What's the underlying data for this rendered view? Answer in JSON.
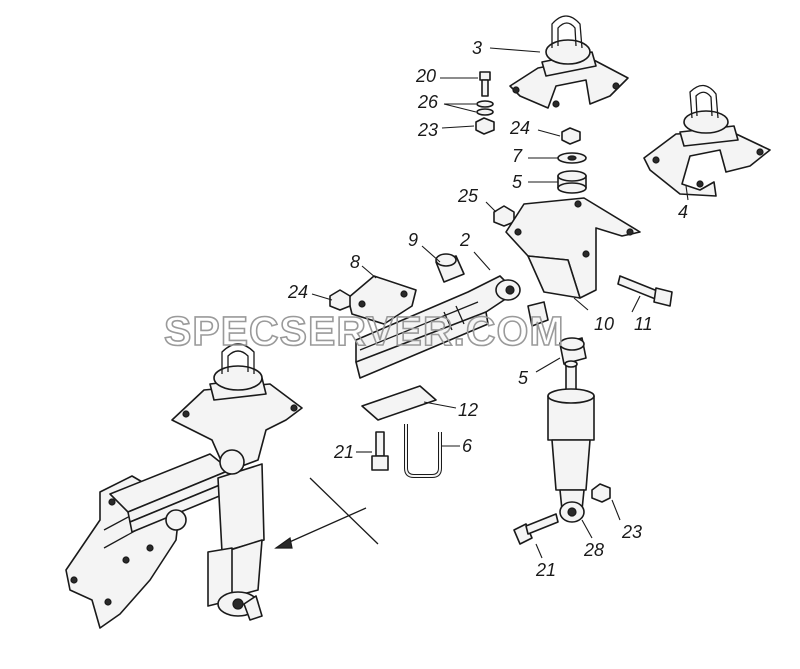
{
  "watermark": "SPECSERVER.COM",
  "callouts": {
    "c3": "3",
    "c20": "20",
    "c26": "26",
    "c23a": "23",
    "c24a": "24",
    "c7": "7",
    "c5a": "5",
    "c4": "4",
    "c25": "25",
    "c9": "9",
    "c2": "2",
    "c8": "8",
    "c24b": "24",
    "c11": "11",
    "c10": "10",
    "c5b": "5",
    "c12": "12",
    "c21a": "21",
    "c6": "6",
    "c23b": "23",
    "c28": "28",
    "c21b": "21"
  }
}
